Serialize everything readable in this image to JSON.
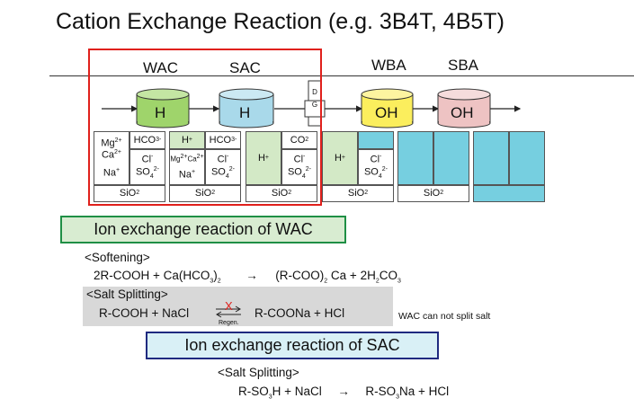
{
  "title": "Cation Exchange Reaction (e.g. 3B4T, 4B5T)",
  "columns": {
    "wac": "WAC",
    "sac": "SAC",
    "wba": "WBA",
    "sba": "SBA"
  },
  "vessels": {
    "wac": "H",
    "sac": "H",
    "degasser": "D G",
    "wba": "OH",
    "sba": "OH"
  },
  "colors": {
    "wac_vessel": "#9fd46b",
    "sac_vessel": "#a9d9ea",
    "wba_vessel": "#fbee5d",
    "sba_vessel": "#eec3c3",
    "highlight_box": "#e0201c",
    "green_fill": "#d3e9c6",
    "blue_fill": "#76cfe0",
    "wac_banner_border": "#1f8f45",
    "sac_banner_border": "#1f2a80"
  },
  "water_panels": {
    "raw": {
      "cat1": "Mg",
      "cat1_sup": "2+",
      "cat2": "Ca",
      "cat2_sup": "2+",
      "cat3": "Na",
      "cat3_sup": "+",
      "an1": "HCO",
      "an1_sub": "3",
      "an1_sup": "-",
      "an2": "Cl",
      "an2_sup": "-",
      "an3": "SO",
      "an3_sub": "4",
      "an3_sup": "2-",
      "silica": "SiO",
      "silica_sub": "2"
    },
    "after_wac": {
      "cat1": "H",
      "cat1_sup": "+",
      "cat2": "Mg",
      "cat2_sup": "2+",
      "cat2b": "Ca",
      "cat2b_sup": "2+",
      "cat3": "Na",
      "cat3_sup": "+",
      "an1": "HCO",
      "an1_sub": "3",
      "an1_sup": "-",
      "an2": "Cl",
      "an2_sup": "-",
      "an3": "SO",
      "an3_sub": "4",
      "an3_sup": "2-",
      "silica": "SiO",
      "silica_sub": "2"
    },
    "after_sac": {
      "cat1": "H",
      "cat1_sup": "+",
      "an1": "CO",
      "an1_sub": "2",
      "an2": "Cl",
      "an2_sup": "-",
      "an3": "SO",
      "an3_sub": "4",
      "an3_sup": "2-",
      "silica": "SiO",
      "silica_sub": "2"
    },
    "after_dg": {
      "cat1": "H",
      "cat1_sup": "+",
      "an2": "Cl",
      "an2_sup": "-",
      "an3": "SO",
      "an3_sub": "4",
      "an3_sup": "2-",
      "silica": "SiO",
      "silica_sub": "2"
    },
    "after_wba": {
      "silica": "SiO",
      "silica_sub": "2"
    }
  },
  "wac_section": {
    "heading": "Ion exchange reaction of WAC",
    "softening_label": "<Softening>",
    "softening_eq": {
      "left": "2R-COOH + Ca(HCO",
      "left_sub": "3",
      "left_close": ")",
      "left_close_sub": "2",
      "arrow": "→",
      "right1": "(R-COO)",
      "right1_sub": "2",
      "right2": " Ca + 2H",
      "right2_sub": "2",
      "right3": "CO",
      "right3_sub": "3"
    },
    "splitting_label": "<Salt Splitting>",
    "splitting_eq": {
      "left": "R-COOH + NaCl",
      "cross": "X",
      "regen": "Regen.",
      "right": "R-COONa + HCl"
    },
    "note": "WAC can not split salt"
  },
  "sac_section": {
    "heading": "Ion exchange reaction of SAC",
    "splitting_label": "<Salt Splitting>",
    "splitting_eq": {
      "left": "R-SO",
      "left_sub": "3",
      "left2": "H + NaCl",
      "arrow": "→",
      "right": "R-SO",
      "right_sub": "3",
      "right2": "Na + HCl"
    }
  }
}
